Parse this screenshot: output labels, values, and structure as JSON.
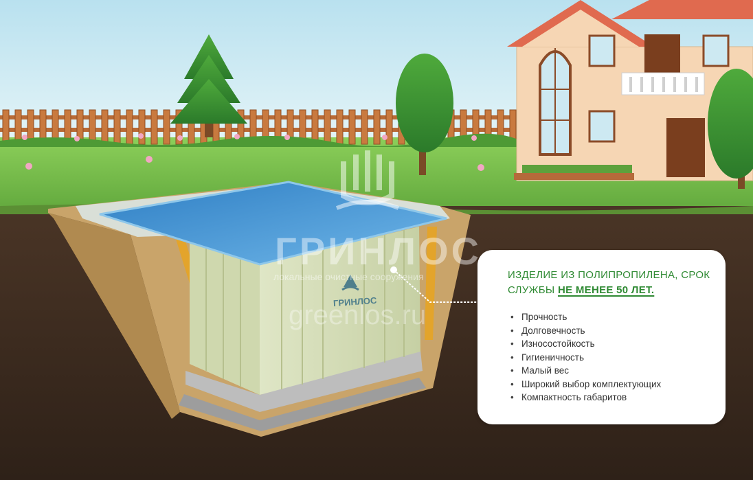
{
  "watermark": {
    "brand": "ГРИНЛОС",
    "subtitle": "локальные очистные сооружения",
    "url": "greenlos.ru",
    "logo_icon": "greenlos-logo-icon"
  },
  "tank": {
    "label": "ГРИНЛОС"
  },
  "info_card": {
    "title_prefix": "ИЗДЕЛИЕ ИЗ ПОЛИПРОПИЛЕНА, СРОК СЛУЖБЫ ",
    "title_highlight": "НЕ МЕНЕЕ 50 ЛЕТ.",
    "features": [
      "Прочность",
      "Долговечность",
      "Износостойкость",
      "Гигиеничность",
      "Малый вес",
      "Широкий выбор комплектующих",
      "Компактность габаритов"
    ]
  },
  "colors": {
    "title_green": "#2f8a33",
    "sky": "#cfeaf3",
    "grass": "#6fb445",
    "soil": "#3a2a1f",
    "water": "#3f8fd0"
  }
}
